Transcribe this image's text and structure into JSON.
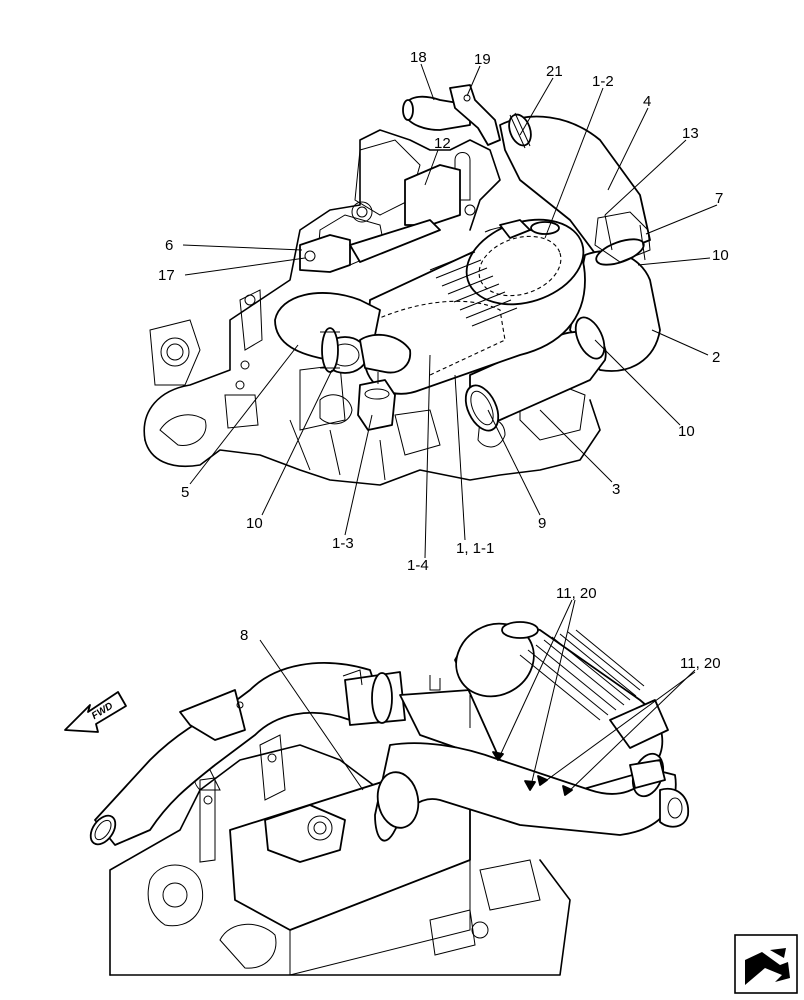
{
  "callouts": {
    "c18": "18",
    "c19": "19",
    "c21": "21",
    "c1_2": "1-2",
    "c4": "4",
    "c13": "13",
    "c12": "12",
    "c7": "7",
    "c10a": "10",
    "c6": "6",
    "c17": "17",
    "c2": "2",
    "c10b": "10",
    "c3": "3",
    "c5": "5",
    "c9": "9",
    "c10c": "10",
    "c1_3": "1-3",
    "c1_1": "1, 1-1",
    "c1_4": "1-4",
    "c11_20a": "11, 20",
    "c8": "8",
    "c11_20b": "11, 20"
  },
  "fwd_label": "FWD",
  "icons": {
    "nav": "page-turn-icon",
    "direction": "forward-arrow-icon"
  }
}
